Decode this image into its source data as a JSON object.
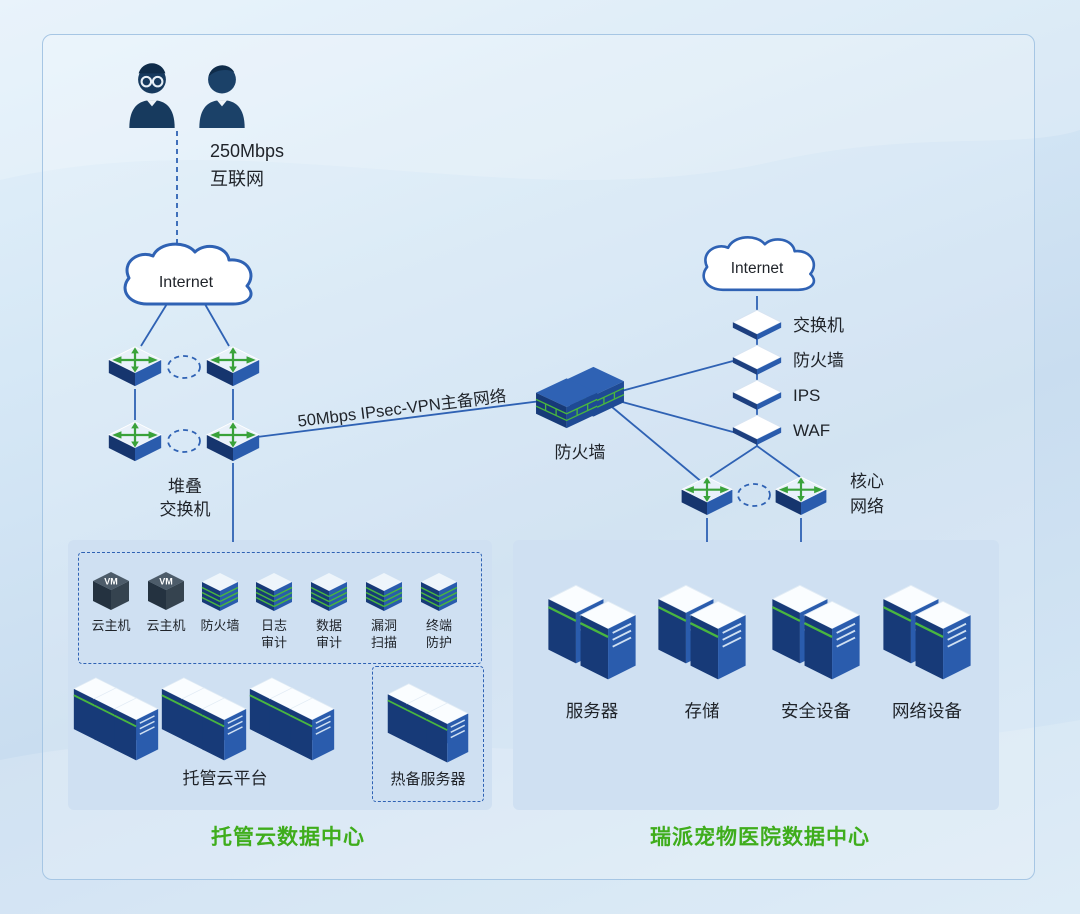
{
  "top": {
    "bandwidth_label": "250Mbps\n互联网",
    "internet_left": "Internet",
    "internet_right": "Internet",
    "stacked_switch_label": "堆叠\n交换机",
    "vpn_link_label": "50Mbps IPsec-VPN主备网络",
    "central_firewall_label": "防火墙",
    "right_chain": [
      {
        "label": "交换机"
      },
      {
        "label": "防火墙"
      },
      {
        "label": "IPS"
      },
      {
        "label": "WAF"
      }
    ],
    "core_network_label": "核心\n网络"
  },
  "left_panel": {
    "title": "托管云数据中心",
    "security_items": [
      {
        "label": "云主机",
        "icon": "vm-host-icon"
      },
      {
        "label": "云主机",
        "icon": "vm-host-icon"
      },
      {
        "label": "防火墙",
        "icon": "appliance-stack-icon"
      },
      {
        "label": "日志\n审计",
        "icon": "appliance-stack-icon"
      },
      {
        "label": "数据\n审计",
        "icon": "appliance-stack-icon"
      },
      {
        "label": "漏洞\n扫描",
        "icon": "appliance-stack-icon"
      },
      {
        "label": "终端\n防护",
        "icon": "appliance-stack-icon"
      }
    ],
    "platform_label": "托管云平台",
    "standby_label": "热备服务器"
  },
  "right_panel": {
    "title": "瑞派宠物医院数据中心",
    "groups": [
      {
        "label": "服务器"
      },
      {
        "label": "存储"
      },
      {
        "label": "安全设备"
      },
      {
        "label": "网络设备"
      }
    ]
  },
  "colors": {
    "title_green": "#3fad1c",
    "line_blue": "#2f62b4",
    "deep_navy": "#173a78",
    "panel_blue": "#cfe0f2",
    "brick_green": "#49b63f"
  }
}
